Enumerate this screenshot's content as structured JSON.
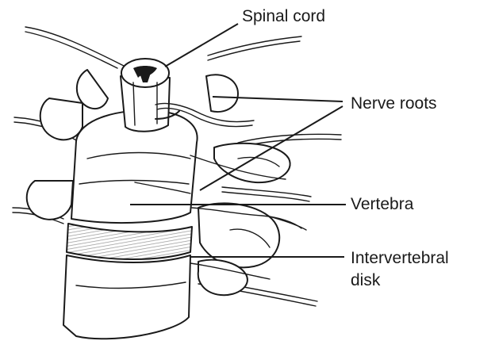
{
  "labels": {
    "spinal_cord": "Spinal cord",
    "nerve_roots": "Nerve roots",
    "vertebra": "Vertebra",
    "intervertebral_line1": "Intervertebral",
    "intervertebral_line2": "disk"
  },
  "colors": {
    "ink": "#1a1a1a",
    "background": "#ffffff",
    "disk_hatch": "#9a9a9a"
  }
}
